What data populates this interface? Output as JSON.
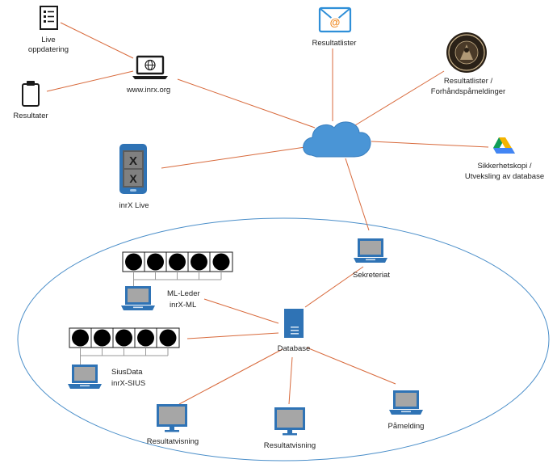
{
  "colors": {
    "link": "#d86a3c",
    "ellipse": "#4a8ec9",
    "cloud": "#4a95d6",
    "device_blue": "#2f73b5",
    "screen_gray": "#a6a6a6",
    "gdrive_green": "#0f9d58",
    "gdrive_yellow": "#f4b400",
    "gdrive_blue": "#4285f4"
  },
  "nodes": {
    "live": {
      "label_1": "Live",
      "label_2": "oppdatering",
      "icon": "list-document-icon"
    },
    "resultater": {
      "label": "Resultater",
      "icon": "clipboard-icon"
    },
    "website": {
      "label": "www.inrx.org",
      "icon": "laptop-globe-icon"
    },
    "resultatlister": {
      "label": "Resultatlister",
      "icon": "email-at-icon"
    },
    "forbund": {
      "label_1": "Resultatlister /",
      "label_2": "Forhåndspåmeldinger",
      "icon": "seal-logo-icon"
    },
    "cloud": {
      "icon": "cloud-icon"
    },
    "backup": {
      "label_1": "Sikkerhetskopi /",
      "label_2": "Utveksling av database",
      "icon": "google-drive-icon"
    },
    "inrx_live": {
      "label": "inrX Live",
      "icon": "phone-app-icon"
    },
    "sekreteriat": {
      "label": "Sekreteriat",
      "icon": "laptop-icon"
    },
    "ml": {
      "label_1": "ML-Leder",
      "label_2": "inrX-ML",
      "icon": "laptop-icon",
      "targets": 5
    },
    "sius": {
      "label_1": "SiusData",
      "label_2": "inrX-SIUS",
      "icon": "laptop-icon",
      "targets": 5
    },
    "database": {
      "label": "Database",
      "icon": "server-icon"
    },
    "visning_1": {
      "label": "Resultatvisning",
      "icon": "monitor-icon"
    },
    "visning_2": {
      "label": "Resultatvisning",
      "icon": "monitor-icon"
    },
    "pamelding": {
      "label": "Påmelding",
      "icon": "laptop-icon"
    }
  }
}
